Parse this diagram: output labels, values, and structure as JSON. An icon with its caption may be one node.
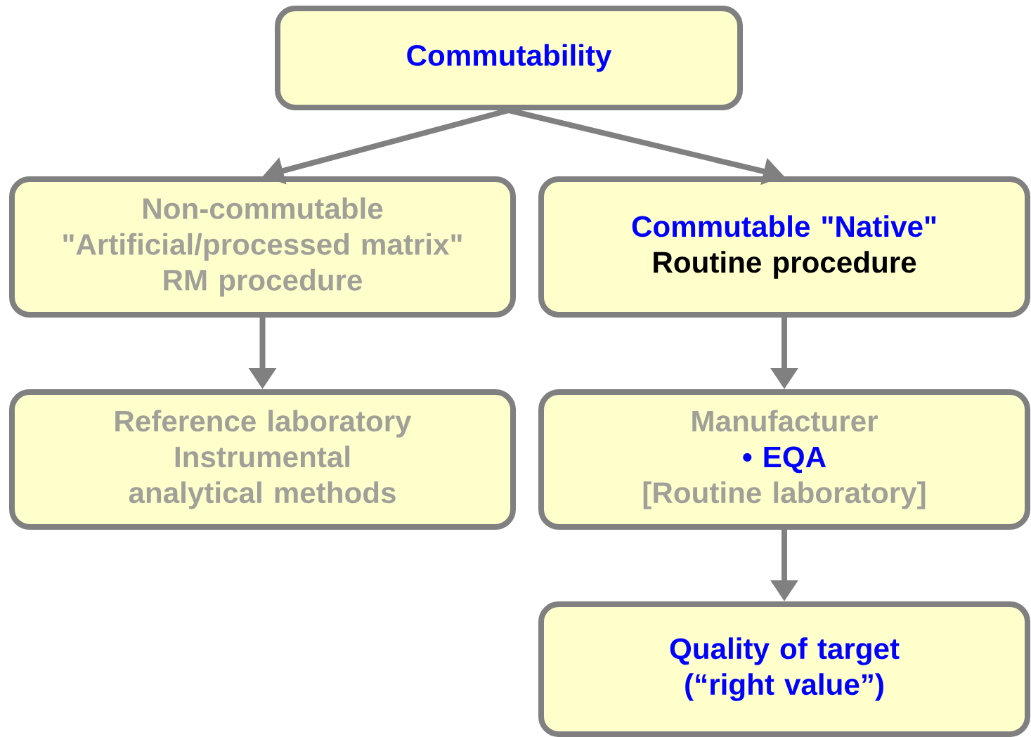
{
  "diagram": {
    "nodes": [
      {
        "text": [
          "Commutability"
        ]
      },
      {
        "text": [
          "Non-commutable",
          "\"Artificial/processed matrix\"",
          "RM procedure"
        ]
      },
      {
        "text": [
          "Commutable \"Native\"",
          "Routine procedure"
        ]
      },
      {
        "text": [
          "Reference laboratory",
          "Instrumental analytical methods"
        ]
      },
      {
        "text": [
          "Manufacturer",
          "• EQA",
          "[Routine laboratory]"
        ]
      },
      {
        "text": [
          "Quality of target",
          "(“right value”)"
        ]
      }
    ],
    "edges": [
      {
        "from": 0,
        "to": 1,
        "arrow": "to"
      },
      {
        "from": 0,
        "to": 2,
        "arrow": "to"
      },
      {
        "from": 1,
        "to": 3,
        "arrow": "to"
      },
      {
        "from": 2,
        "to": 4,
        "arrow": "to"
      },
      {
        "from": 4,
        "to": 5,
        "arrow": "to"
      }
    ]
  }
}
